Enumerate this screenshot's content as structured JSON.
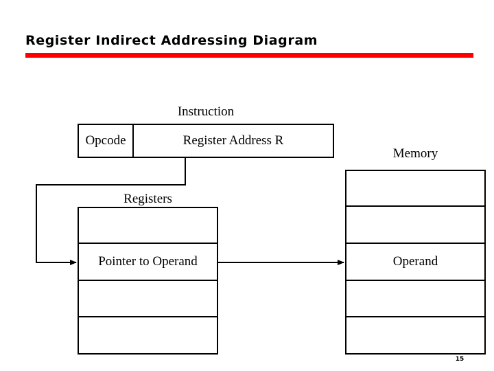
{
  "slide": {
    "title": "Register Indirect Addressing Diagram",
    "accent_color": "#ff0000",
    "background_color": "#ffffff",
    "number": "15"
  },
  "instruction": {
    "caption": "Instruction",
    "opcode_label": "Opcode",
    "address_label": "Register Address R"
  },
  "registers": {
    "caption": "Registers",
    "rows": [
      {
        "label": ""
      },
      {
        "label": "Pointer to Operand"
      },
      {
        "label": ""
      },
      {
        "label": ""
      }
    ]
  },
  "memory": {
    "caption": "Memory",
    "rows": [
      {
        "label": ""
      },
      {
        "label": ""
      },
      {
        "label": "Operand"
      },
      {
        "label": ""
      },
      {
        "label": ""
      }
    ]
  },
  "connectors": [
    {
      "name": "instruction-to-registers",
      "from": "instruction.address_field",
      "to": "registers.row2",
      "arrowhead": true
    },
    {
      "name": "registers-to-memory",
      "from": "registers.row2",
      "to": "memory.row3",
      "arrowhead": true
    }
  ]
}
